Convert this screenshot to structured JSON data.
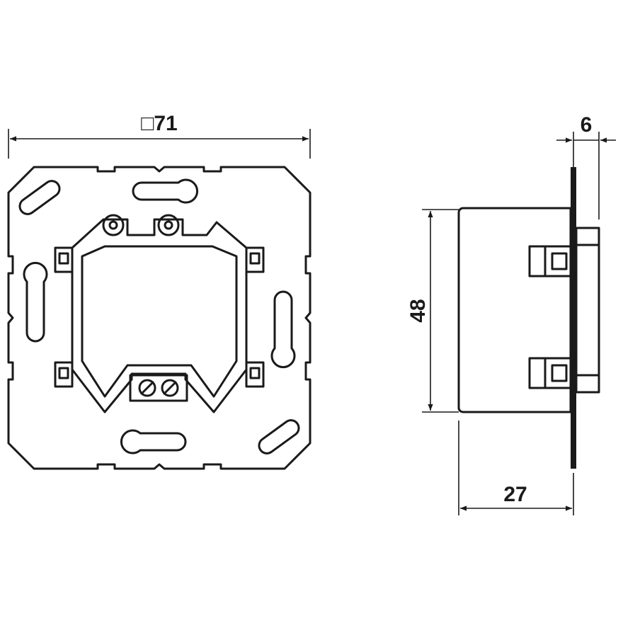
{
  "front_view": {
    "width_dimension_label": "□71"
  },
  "side_view": {
    "height_dimension_label": "48",
    "depth_dimension_label": "27",
    "plate_thickness_label": "6"
  }
}
